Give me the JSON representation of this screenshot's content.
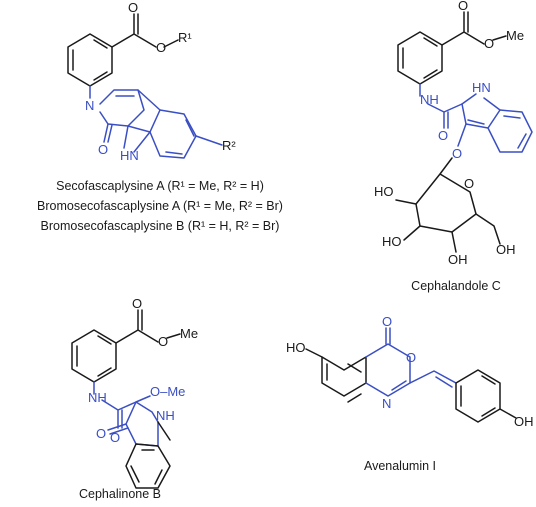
{
  "colors": {
    "highlight": "#3a4fc4",
    "ink": "#1a1a1a",
    "background": "#ffffff"
  },
  "compounds": {
    "secofascaplysines": {
      "caption_lines": [
        "Secofascaplysine A (R¹ = Me, R² = H)",
        "Bromosecofascaplysine A (R¹ = Me, R² = Br)",
        "Bromosecofascaplysine B (R¹ = H, R² = Br)"
      ],
      "atoms": {
        "o_carbonyl": "O",
        "o_ester": "O",
        "r1": "R¹",
        "n_pyridone": "N",
        "o_lactam": "O",
        "nh": "HN",
        "r2": "R²"
      }
    },
    "cephalandole_c": {
      "caption": "Cephalandole C",
      "atoms": {
        "o_carbonyl": "O",
        "o_ester": "O",
        "me": "Me",
        "nh_amide": "NH",
        "o_amide": "O",
        "nh_indole": "HN",
        "o_glycoside": "O",
        "o_ring": "O",
        "ho1": "HO",
        "ho2": "HO",
        "oh1": "OH",
        "oh2": "OH"
      }
    },
    "cephalinone_b": {
      "caption": "Cephalinone B",
      "atoms": {
        "o_carbonyl": "O",
        "o_ester": "O",
        "me": "Me",
        "nh_amide": "NH",
        "o_amide": "O",
        "ome": "O–Me",
        "nh_ring": "NH",
        "o_ketone": "O"
      }
    },
    "avenalumin_i": {
      "caption": "Avenalumin I",
      "atoms": {
        "o_carbonyl": "O",
        "o_ring": "O",
        "n_ring": "N",
        "ho": "HO",
        "oh": "OH"
      }
    }
  }
}
